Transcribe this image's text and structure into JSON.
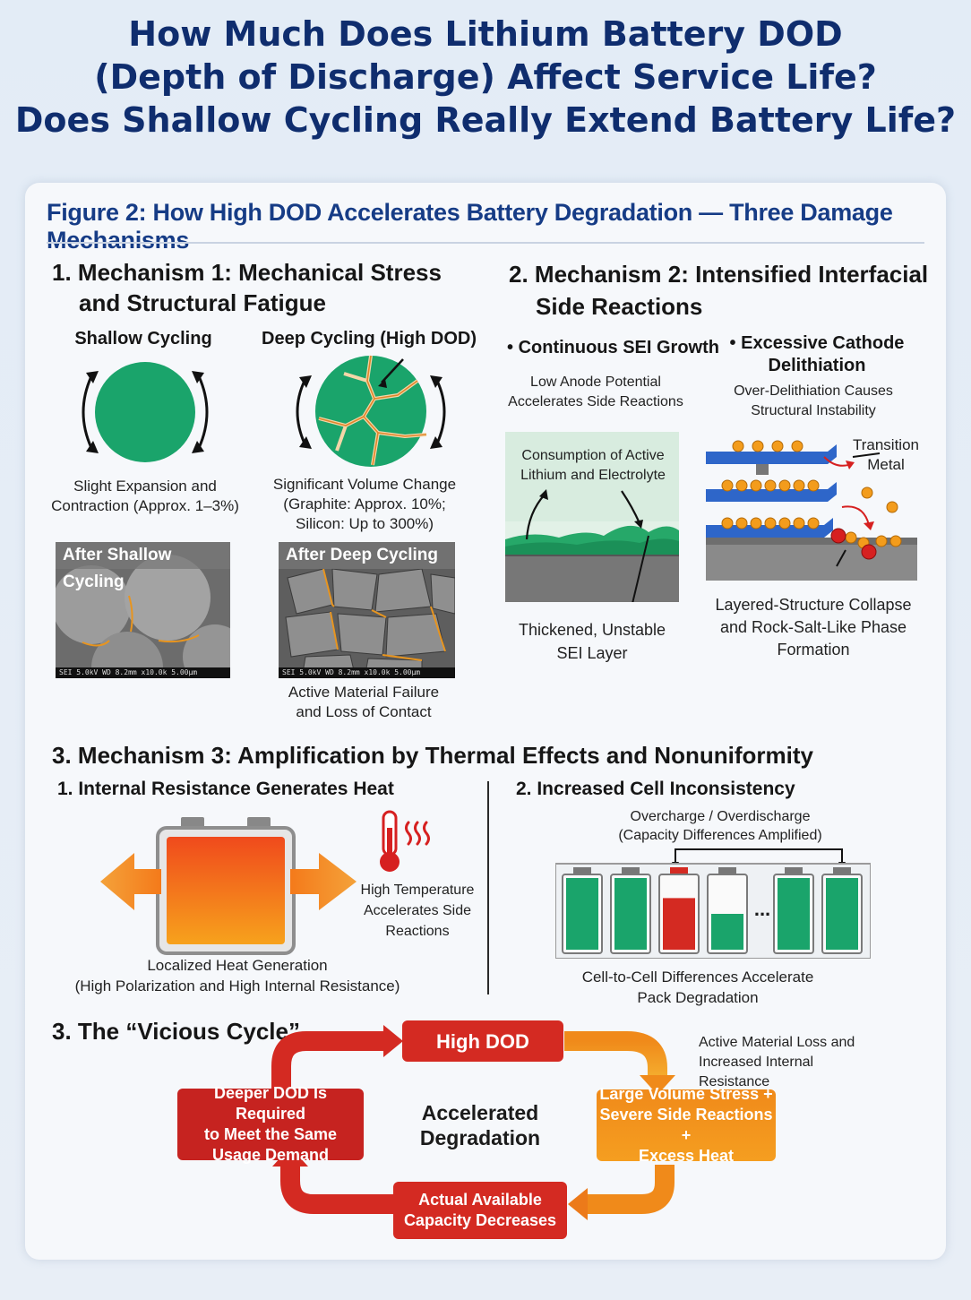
{
  "header": {
    "title_line1": "How Much Does Lithium Battery DOD",
    "title_line2": "(Depth of Discharge) Affect Service Life?",
    "title_line3": "Does Shallow Cycling Really Extend Battery Life?"
  },
  "figure": {
    "title": "Figure 2: How High DOD Accelerates Battery Degradation — Three Damage Mechanisms"
  },
  "mech1": {
    "heading_line1": "1. Mechanism 1: Mechanical Stress",
    "heading_line2": "and Structural Fatigue",
    "shallow_label": "Shallow Cycling",
    "deep_label": "Deep Cycling (High DOD)",
    "shallow_caption_line1": "Slight Expansion and",
    "shallow_caption_line2": "Contraction (Approx. 1–3%)",
    "deep_caption_line1": "Significant Volume Change",
    "deep_caption_line2": "(Graphite: Approx. 10%;",
    "deep_caption_line3": "Silicon: Up to 300%)",
    "sem_shallow_label": "After Shallow Cycling",
    "sem_deep_label": "After Deep Cycling",
    "sem_footer": "SEI 5.0kV   WD 8.2mm   x10.0k   5.00μm",
    "deep_sem_caption_line1": "Active Material Failure",
    "deep_sem_caption_line2": "and Loss of Contact"
  },
  "mech2": {
    "heading_line1": "2. Mechanism 2: Intensified Interfacial",
    "heading_line2": "Side Reactions",
    "sei_title": "Continuous SEI Growth",
    "sei_sub_line1": "Low Anode Potential",
    "sei_sub_line2": "Accelerates Side Reactions",
    "sei_box_line1": "Consumption of Active",
    "sei_box_line2": "Lithium and Electrolyte",
    "sei_caption_line1": "Thickened, Unstable",
    "sei_caption_line2": "SEI Layer",
    "cathode_title_line1": "Excessive Cathode",
    "cathode_title_line2": "Delithiation",
    "cathode_sub_line1": "Over-Delithiation Causes",
    "cathode_sub_line2": "Structural Instability",
    "tm_label_line1": "Transition",
    "tm_label_line2": "Metal",
    "cathode_caption_line1": "Layered-Structure Collapse",
    "cathode_caption_line2": "and Rock-Salt-Like Phase",
    "cathode_caption_line3": "Formation"
  },
  "mech3": {
    "heading": "3. Mechanism 3: Amplification by Thermal Effects and Nonuniformity",
    "heat_title": "1. Internal Resistance Generates Heat",
    "heat_caption_line1": "Localized Heat Generation",
    "heat_caption_line2": "(High Polarization and High Internal Resistance)",
    "temp_line1": "High Temperature",
    "temp_line2": "Accelerates Side",
    "temp_line3": "Reactions",
    "incons_title": "2. Increased Cell Inconsistency",
    "incons_sub_line1": "Overcharge / Overdischarge",
    "incons_sub_line2": "(Capacity Differences Amplified)",
    "ellipsis": "...",
    "incons_caption_line1": "Cell-to-Cell Differences Accelerate",
    "incons_caption_line2": "Pack Degradation",
    "cell_levels": [
      1.0,
      1.0,
      0.72,
      0.5,
      1.0,
      1.0
    ]
  },
  "cycle": {
    "heading": "3. The “Vicious Cycle”",
    "high_dod": "High DOD",
    "arrow_note_line1": "Active Material Loss and",
    "arrow_note_line2": "Increased Internal Resistance",
    "stress_line1": "Large Volume Stress +",
    "stress_line2": "Severe Side Reactions +",
    "stress_line3": "Excess Heat",
    "capacity_line1": "Actual Available",
    "capacity_line2": "Capacity Decreases",
    "deeper_line1": "Deeper DOD Is Required",
    "deeper_line2": "to Meet the Same",
    "deeper_line3": "Usage Demand",
    "center_line1": "Accelerated",
    "center_line2": "Degradation"
  },
  "colors": {
    "title_blue": "#0f2d6e",
    "figure_blue": "#163c86",
    "green": "#1aa46b",
    "red": "#d42a22",
    "orange": "#f08a1a"
  }
}
